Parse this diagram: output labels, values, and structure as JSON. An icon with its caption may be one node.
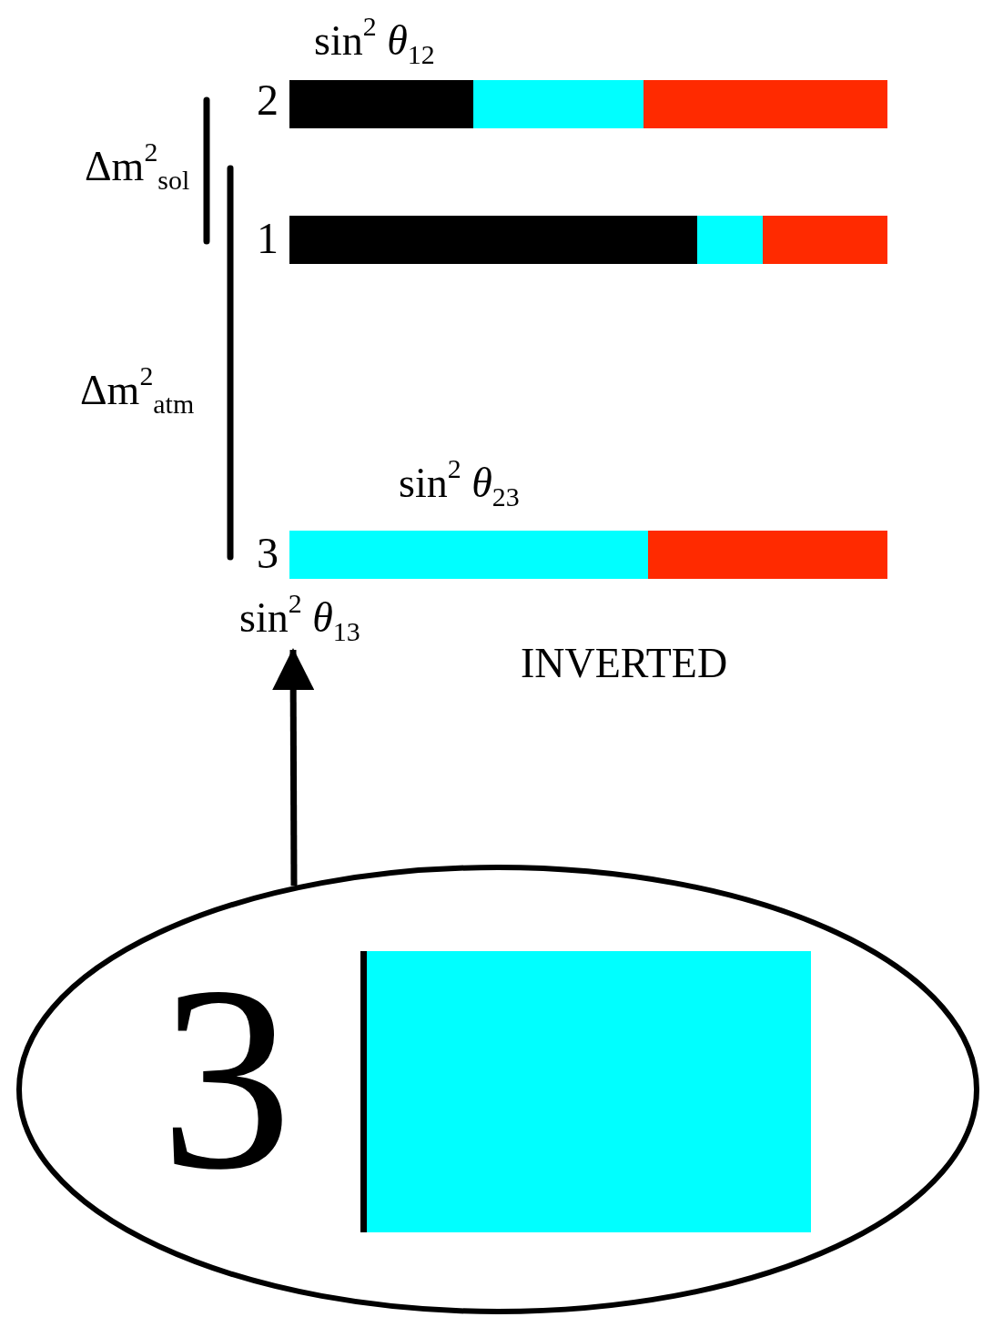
{
  "diagram": {
    "nodes": [
      {
        "text": [
          "sin$^{2}$ *θ*$_{13}$"
        ]
      },
      {
        "text": [
          "3"
        ]
      },
      {
        "text": [],
        "shape": "box",
        "in": 1
      }
    ],
    "edges": [
      {
        "from": 1,
        "to": 0,
        "arrow": "to"
      }
    ],
    "labels": [
      "sin$^{2}$ *θ*$_{12}$",
      "2",
      "Δm$^{2}$$_{sol}$",
      "1",
      "Δm$^{2}$$_{atm}$",
      "sin$^{2}$ *θ*$_{23}$",
      "3",
      "INVERTED"
    ]
  }
}
